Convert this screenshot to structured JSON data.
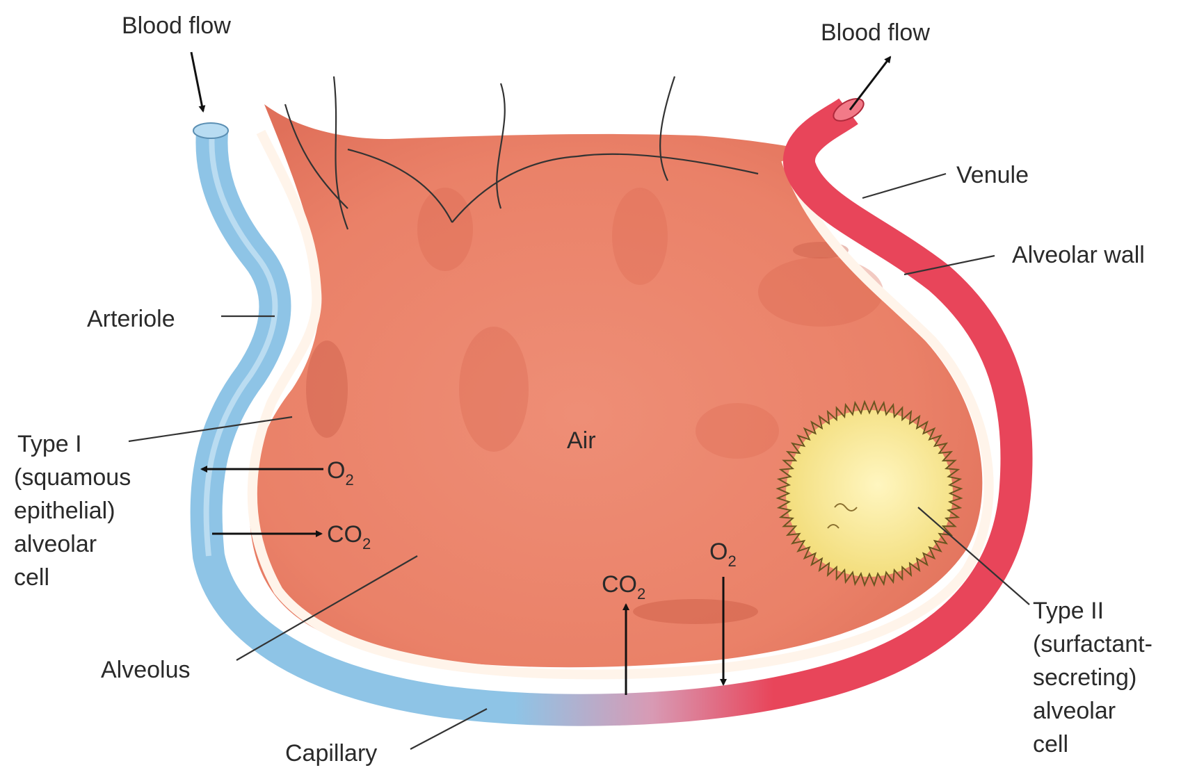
{
  "colors": {
    "alveolus_fill": "#ec8a72",
    "alveolus_dark": "#d9684f",
    "arteriole": "#8ec4e6",
    "venule": "#e8455a",
    "alveolar_wall": "#fff4ea",
    "type2_cell": "#f5e48a",
    "label_text": "#2a2a2a"
  },
  "labels": {
    "blood_flow_in": "Blood flow",
    "blood_flow_out": "Blood flow",
    "venule": "Venule",
    "alveolar_wall": "Alveolar wall",
    "arteriole": "Arteriole",
    "air": "Air",
    "alveolus": "Alveolus",
    "capillary": "Capillary",
    "type1_lines": [
      "Type I",
      "(squamous",
      "epithelial)",
      "alveolar",
      "cell"
    ],
    "type2_lines": [
      "Type II",
      "(surfactant-",
      "secreting)",
      "alveolar",
      "cell"
    ]
  },
  "gas_exchange": {
    "left_o2": {
      "base": "O",
      "sub": "2"
    },
    "left_co2": {
      "base": "CO",
      "sub": "2"
    },
    "bottom_co2": {
      "base": "CO",
      "sub": "2"
    },
    "bottom_o2": {
      "base": "O",
      "sub": "2"
    }
  }
}
